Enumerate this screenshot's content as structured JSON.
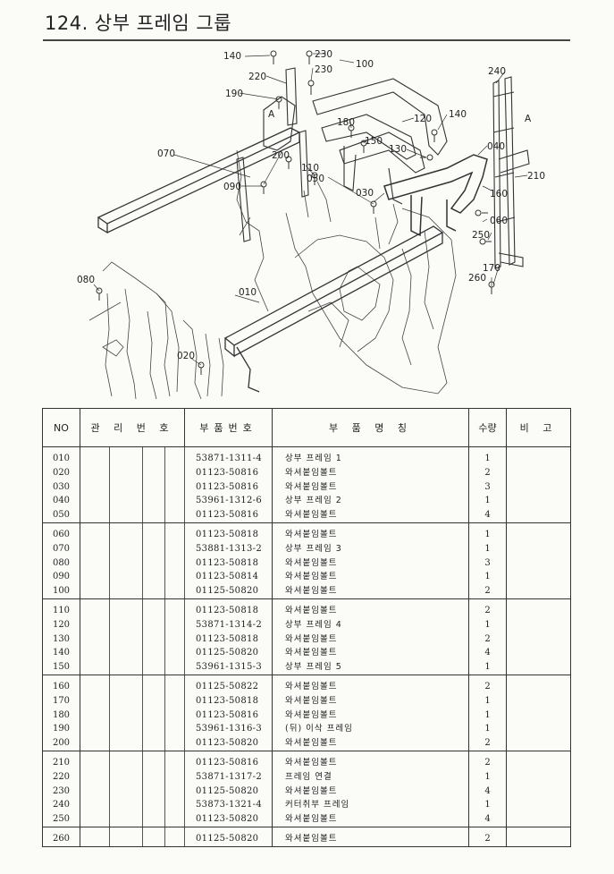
{
  "page": {
    "title": "124. 상부 프레임 그룹"
  },
  "diagram": {
    "callouts": [
      "140",
      "230",
      "100",
      "230",
      "220",
      "240",
      "190",
      "A",
      "120",
      "140",
      "180",
      "150",
      "A",
      "130",
      "040",
      "070",
      "200",
      "110",
      "210",
      "090",
      "050",
      "030",
      "160",
      "060",
      "250",
      "170",
      "260",
      "080",
      "010",
      "020"
    ]
  },
  "table": {
    "headers": {
      "no": "NO",
      "mgmt_no": "관 리 번 호",
      "part_no": "부품번호",
      "part_name": "부 품 명 칭",
      "qty": "수량",
      "remarks": "비 고"
    },
    "groups": [
      [
        {
          "no": "010",
          "part": "53871-1311-4",
          "name": "상부 프레임 1",
          "qty": "1"
        },
        {
          "no": "020",
          "part": "01123-50816",
          "name": "와셔붙임볼트",
          "qty": "2"
        },
        {
          "no": "030",
          "part": "01123-50816",
          "name": "와셔붙임볼트",
          "qty": "3"
        },
        {
          "no": "040",
          "part": "53961-1312-6",
          "name": "상부 프레임 2",
          "qty": "1"
        },
        {
          "no": "050",
          "part": "01123-50816",
          "name": "와셔붙임볼트",
          "qty": "4"
        }
      ],
      [
        {
          "no": "060",
          "part": "01123-50818",
          "name": "와셔붙임볼트",
          "qty": "1"
        },
        {
          "no": "070",
          "part": "53881-1313-2",
          "name": "상부 프레임 3",
          "qty": "1"
        },
        {
          "no": "080",
          "part": "01123-50818",
          "name": "와셔붙임볼트",
          "qty": "3"
        },
        {
          "no": "090",
          "part": "01123-50814",
          "name": "와셔붙임볼트",
          "qty": "1"
        },
        {
          "no": "100",
          "part": "01125-50820",
          "name": "와셔붙임볼트",
          "qty": "2"
        }
      ],
      [
        {
          "no": "110",
          "part": "01123-50818",
          "name": "와셔붙임볼트",
          "qty": "2"
        },
        {
          "no": "120",
          "part": "53871-1314-2",
          "name": "상부 프레임 4",
          "qty": "1"
        },
        {
          "no": "130",
          "part": "01123-50818",
          "name": "와셔붙임볼트",
          "qty": "2"
        },
        {
          "no": "140",
          "part": "01125-50820",
          "name": "와셔붙임볼트",
          "qty": "4"
        },
        {
          "no": "150",
          "part": "53961-1315-3",
          "name": "상부 프레임 5",
          "qty": "1"
        }
      ],
      [
        {
          "no": "160",
          "part": "01125-50822",
          "name": "와셔붙임볼트",
          "qty": "2"
        },
        {
          "no": "170",
          "part": "01123-50818",
          "name": "와셔붙임볼트",
          "qty": "1"
        },
        {
          "no": "180",
          "part": "01123-50816",
          "name": "와셔붙임볼트",
          "qty": "1"
        },
        {
          "no": "190",
          "part": "53961-1316-3",
          "name": "(뒤) 이삭 프레임",
          "qty": "1"
        },
        {
          "no": "200",
          "part": "01123-50820",
          "name": "와셔붙임볼트",
          "qty": "2"
        }
      ],
      [
        {
          "no": "210",
          "part": "01123-50816",
          "name": "와셔붙임볼트",
          "qty": "2"
        },
        {
          "no": "220",
          "part": "53871-1317-2",
          "name": "프레임 연결",
          "qty": "1"
        },
        {
          "no": "230",
          "part": "01125-50820",
          "name": "와셔붙임볼트",
          "qty": "4"
        },
        {
          "no": "240",
          "part": "53873-1321-4",
          "name": "커터취부 프레임",
          "qty": "1"
        },
        {
          "no": "250",
          "part": "01123-50820",
          "name": "와셔붙임볼트",
          "qty": "4"
        }
      ],
      [
        {
          "no": "260",
          "part": "01125-50820",
          "name": "와셔붙임볼트",
          "qty": "2"
        }
      ]
    ]
  }
}
